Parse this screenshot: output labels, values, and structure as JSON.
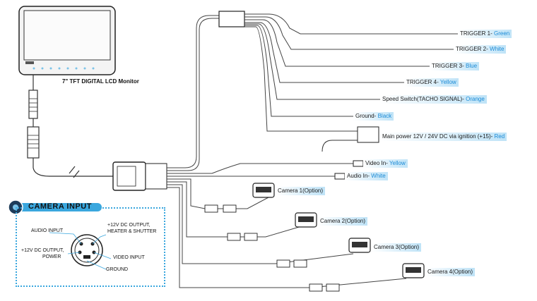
{
  "monitor": {
    "caption": "7\" TFT DIGITAL LCD Monitor"
  },
  "wires": [
    {
      "label": "TRIGGER 1-",
      "color_name": "Green"
    },
    {
      "label": "TRIGGER 2-",
      "color_name": "White"
    },
    {
      "label": "TRIGGER 3-",
      "color_name": "Blue"
    },
    {
      "label": "TRIGGER 4-",
      "color_name": "Yellow"
    },
    {
      "label": "Speed Switch(TACHO SIGNAL)-",
      "color_name": "Orange"
    },
    {
      "label": "Ground-",
      "color_name": "Black"
    },
    {
      "label": "Main power 12V / 24V DC via ignition (+15)-",
      "color_name": "Red"
    },
    {
      "label": "Video In-",
      "color_name": "Yellow"
    },
    {
      "label": "Audio In-",
      "color_name": "White"
    }
  ],
  "cameras": [
    {
      "label": "Camera 1(Option)"
    },
    {
      "label": "Camera 2(Option)"
    },
    {
      "label": "Camera 3(Option)"
    },
    {
      "label": "Camera 4(Option)"
    }
  ],
  "camera_input": {
    "title": "CAMERA INPUT",
    "pins": {
      "audio_input": "AUDIO INPUT",
      "dc_heater_line1": "+12V DC OUTPUT,",
      "dc_heater_line2": "HEATER & SHUTTER",
      "dc_power_line1": "+12V DC OUTPUT,",
      "dc_power_line2": "POWER",
      "video_input": "VIDEO INPUT",
      "ground": "GROUND"
    }
  },
  "colors": {
    "accent": "#1a8ad6",
    "label_bar": "#bfe3f7",
    "box_border": "#3aa7de"
  }
}
